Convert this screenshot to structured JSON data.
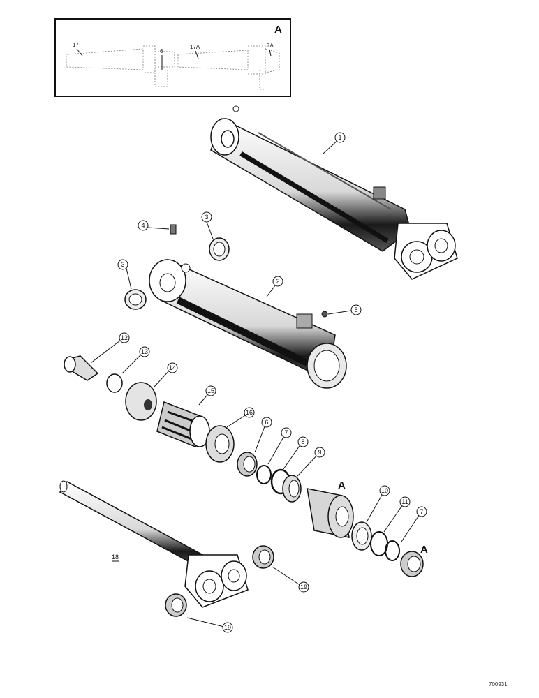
{
  "inset": {
    "title": "A",
    "labels": [
      "17",
      "6",
      "17A",
      "7A"
    ]
  },
  "callouts": {
    "c1": "1",
    "c2": "2",
    "c3a": "3",
    "c3b": "3",
    "c4": "4",
    "c5": "5",
    "c6": "6",
    "c7a": "7",
    "c7b": "7",
    "c8": "8",
    "c9": "9",
    "c10": "10",
    "c11": "11",
    "c12": "12",
    "c13": "13",
    "c14": "14",
    "c15": "15",
    "c16": "16",
    "c18": "18",
    "c19a": "19",
    "c19b": "19"
  },
  "view_markers": [
    "A",
    "A"
  ],
  "figure_number": "700931"
}
